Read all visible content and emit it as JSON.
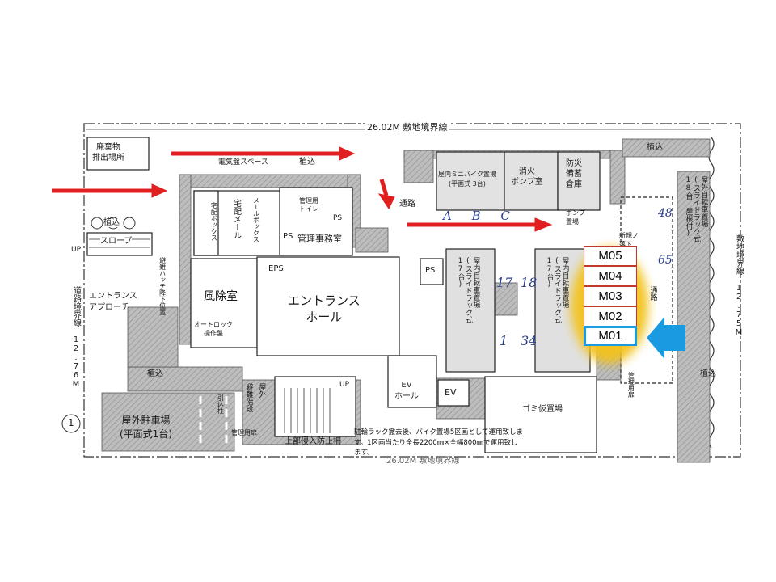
{
  "boundary": {
    "top": "26.02M 敷地境界線",
    "left": "道路境界線 12.76M",
    "right": "敷地境界線 12.75M",
    "bottom_partial": "26.02M 敷地境界線"
  },
  "rooms": {
    "waste": "廃棄物\n排出場所",
    "planting": "植込",
    "electrical": "電気盤スペース",
    "bike_mini": "屋内ミニバイク置場\n(平面式 3台)",
    "fire_pump": "消火\nポンプ室",
    "disaster_storage": "防災\n備蓄\n倉庫",
    "road": "通路",
    "pump_area": "ポンプ\n置場",
    "drain": "新規ノ\n落下",
    "toilet": "管理用\nトイレ",
    "ps": "PS",
    "mgmt_office": "管理事務室",
    "eps": "EPS",
    "slope": "スロープ",
    "entrance_approach": "エントランス\nアプローチ",
    "windbreak": "風除室",
    "autolock": "オートロック\n操作盤",
    "entrance_hall": "エントランス\nホール",
    "delivery_box": "宅配ボックス",
    "mail_box": "メールボックス",
    "delivery_mail": "宅配メール",
    "evac_hatch": "避難ハッチ降下位置",
    "bike_rack_a": "屋内自転車置場\n(スライドラック式\n17台)",
    "bike_rack_b": "屋内自転車置場\n(スライドラック式\n17台)",
    "outdoor_bike": "屋外自転車置場\n(スライドラック式\n18台 屋根付)",
    "road_right": "通路",
    "mgmt_door": "管理用扉",
    "garbage": "ゴミ仮置場",
    "ev": "EV",
    "ev_hall": "EV\nホール",
    "up": "UP",
    "evac_stairs": "避難階段",
    "outdoor": "屋外",
    "intrusion": "上部侵入防止柵",
    "mgmt_door2": "管理用扉",
    "pull_post": "引込柱",
    "parking": "屋外駐車場\n(平面式1台)",
    "circle_num": "1"
  },
  "handwritten": {
    "abc": "A B C",
    "n48": "48",
    "n65": "65",
    "n17": "17",
    "n18": "18",
    "n1": "1",
    "n34": "34"
  },
  "slots": [
    "M05",
    "M04",
    "M03",
    "M02",
    "M01"
  ],
  "selected_slot": "M01",
  "note": "駐輪ラック撤去後、バイク置場5区画として運用致します。1区画当たり全長2200㎜×全幅800㎜で運用致します。",
  "colors": {
    "arrow_red": "#e02020",
    "arrow_blue": "#1a9ae0",
    "highlight": "#f3c21a",
    "slot_border": "#c0392b"
  }
}
